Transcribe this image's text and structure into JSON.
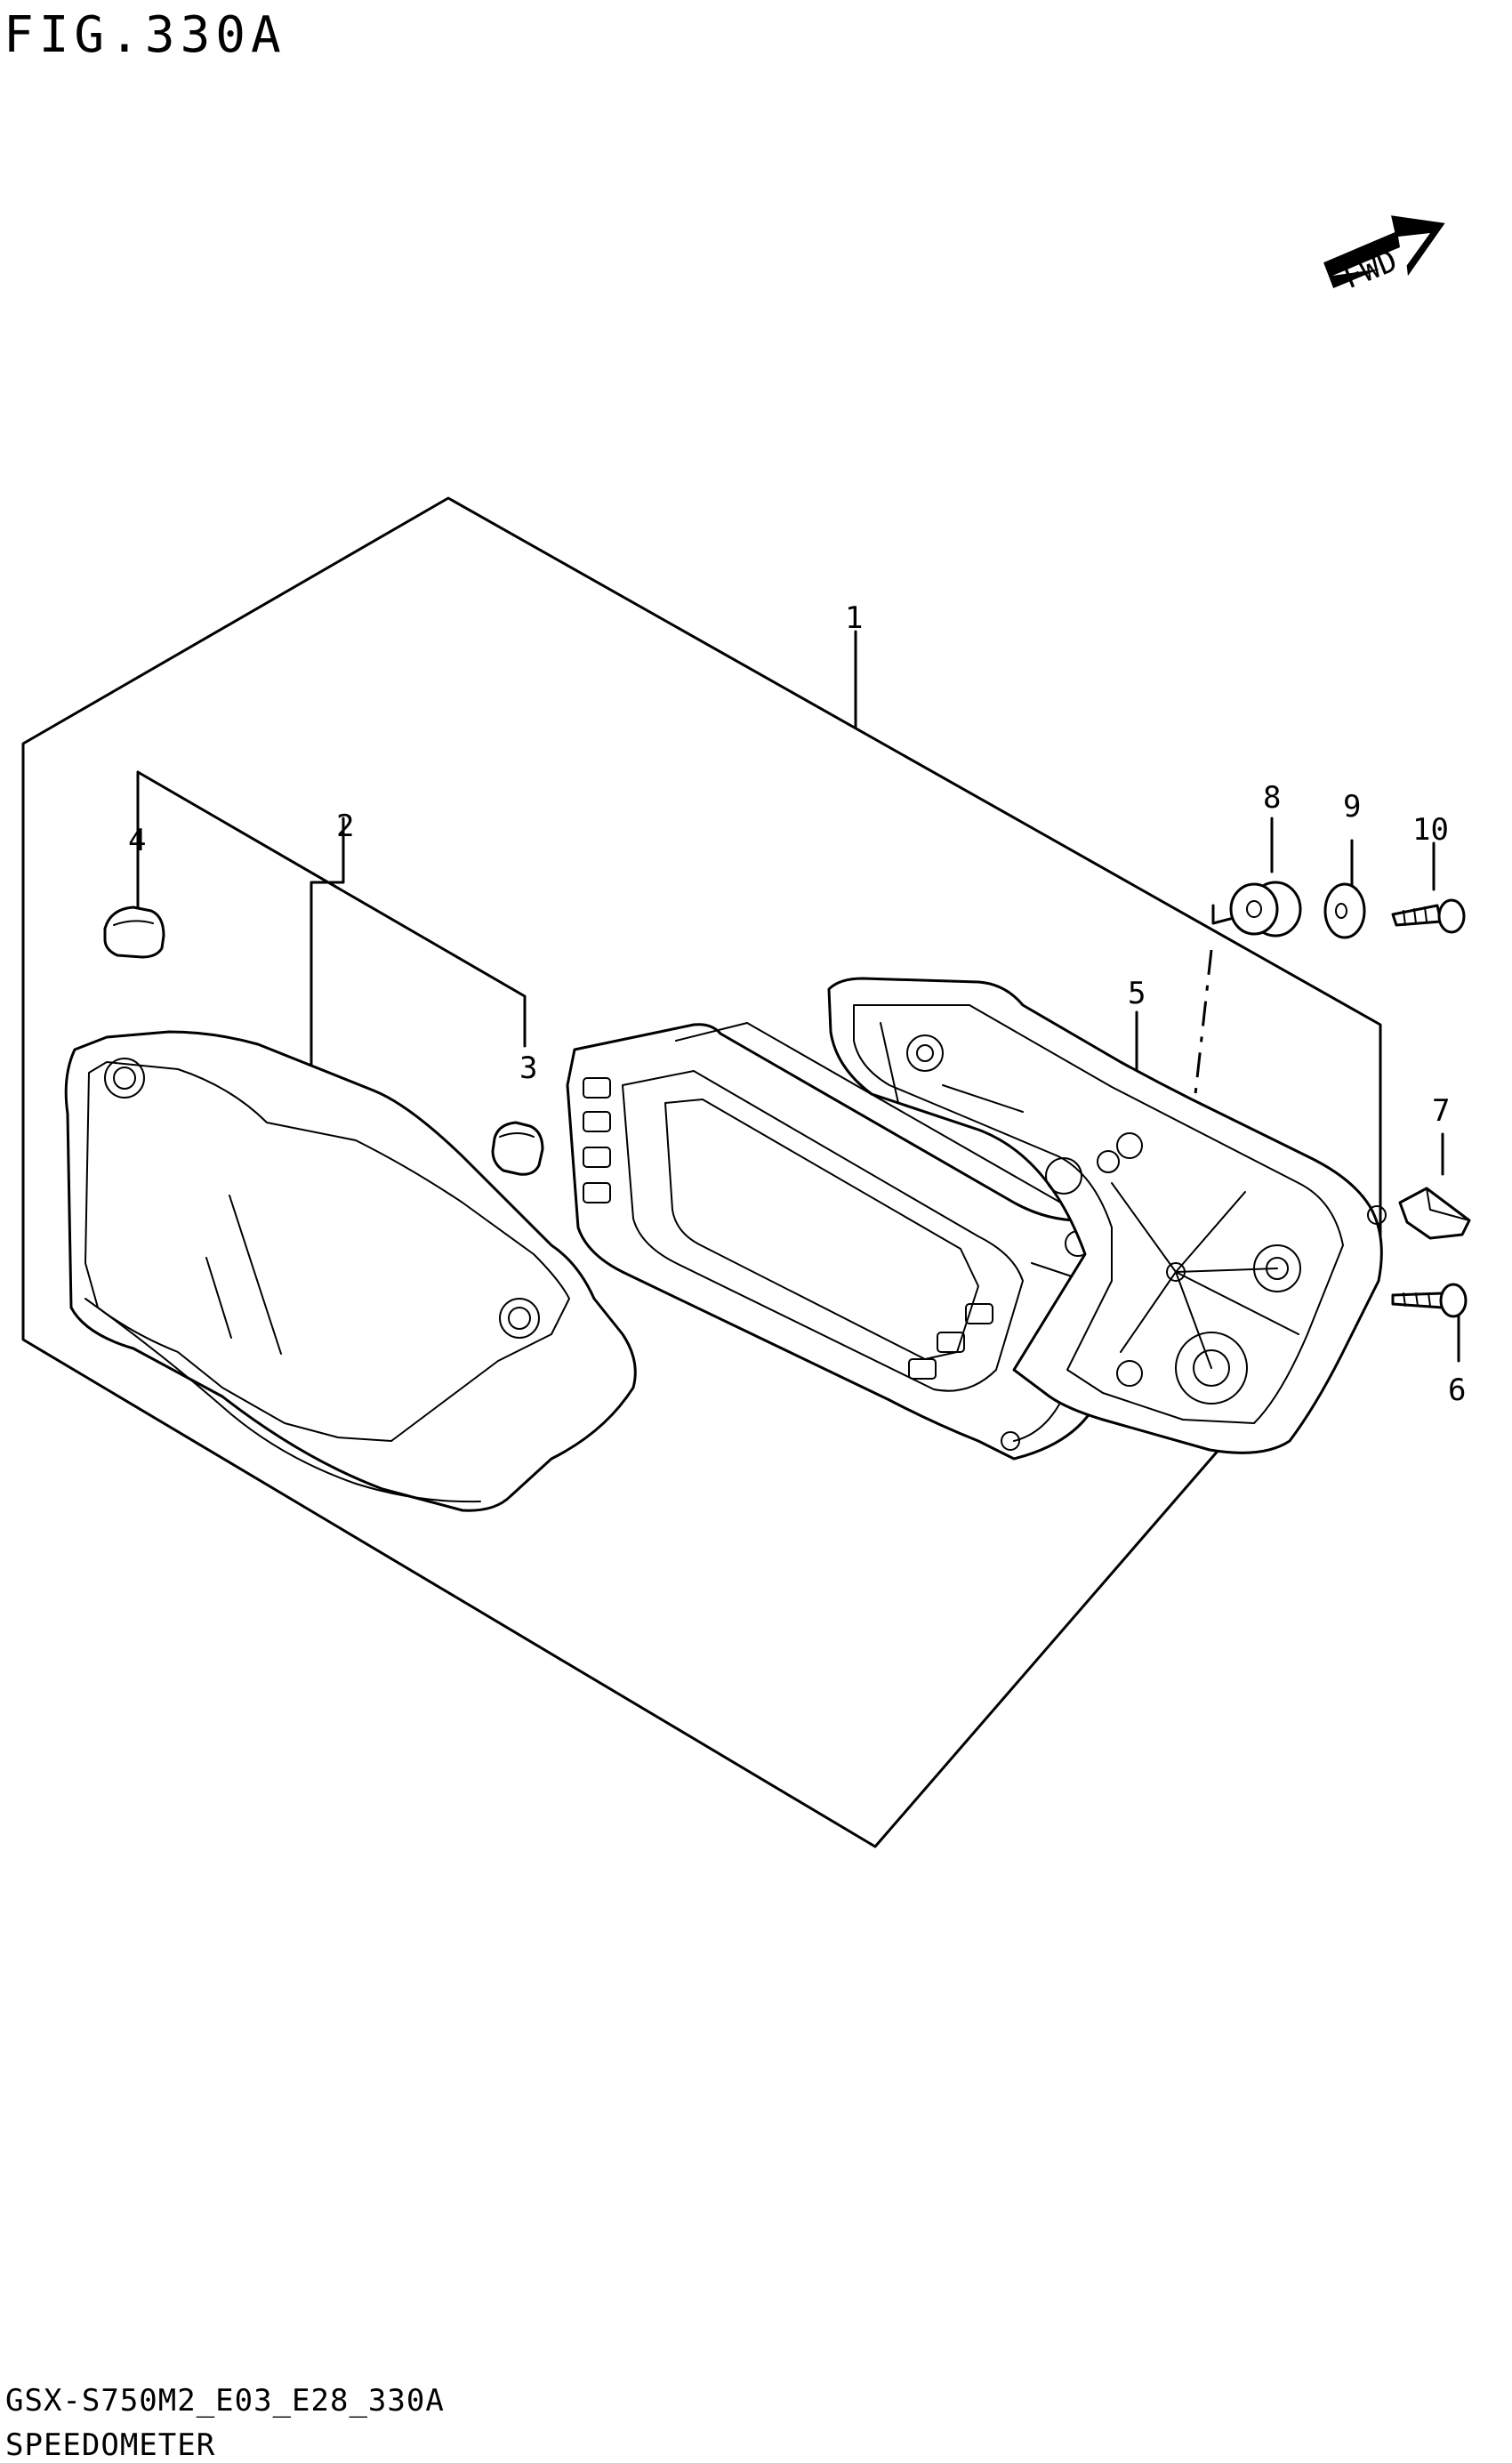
{
  "figure_title": "FIG.330A",
  "fwd_label": "FWD",
  "callouts": {
    "c1": "1",
    "c2": "2",
    "c3": "3",
    "c4": "4",
    "c5": "5",
    "c6": "6",
    "c7": "7",
    "c8": "8",
    "c9": "9",
    "c10": "10"
  },
  "footer": {
    "model_code": "GSX-S750M2_E03_E28_330A",
    "section_name": "SPEEDOMETER"
  }
}
